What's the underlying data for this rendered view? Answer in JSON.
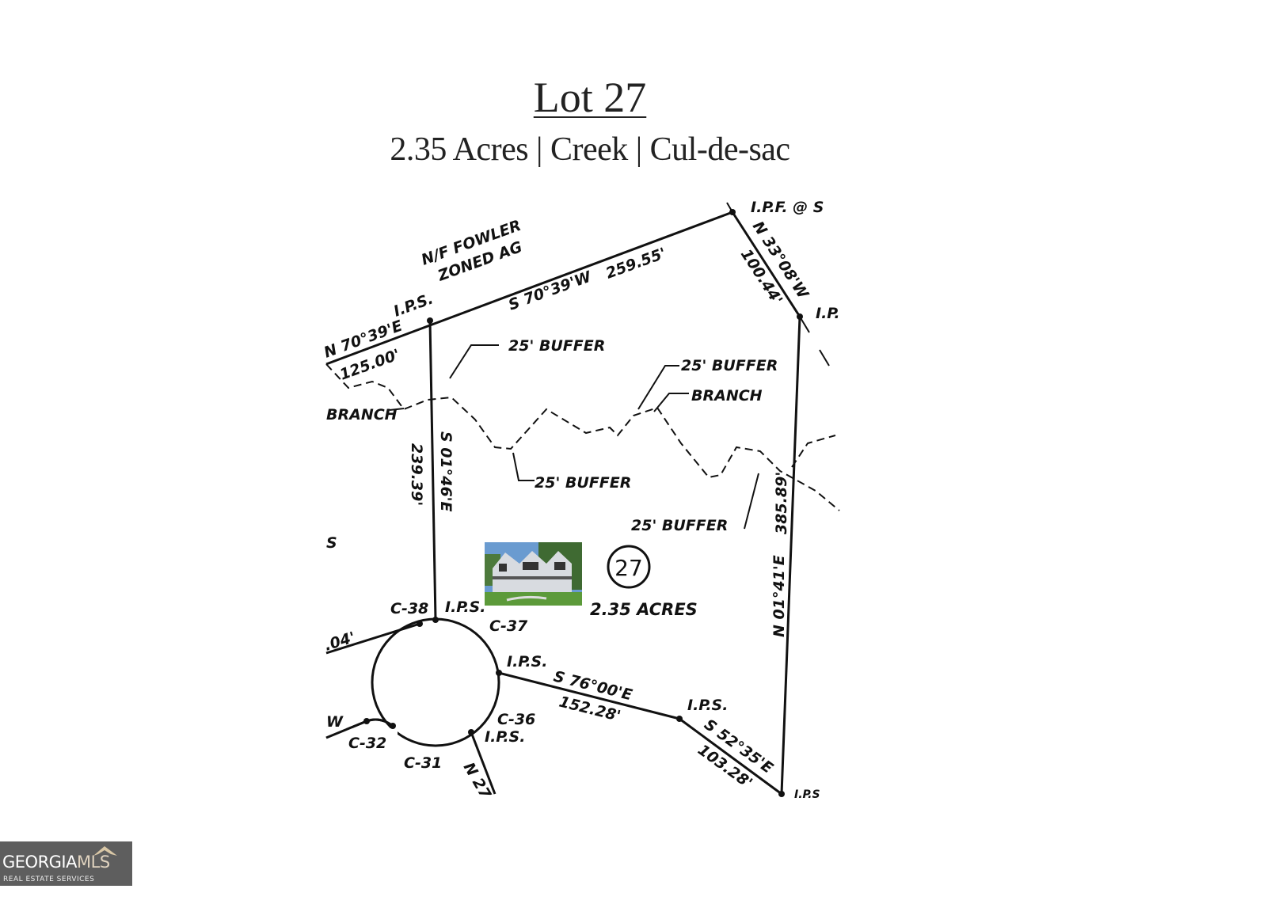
{
  "header": {
    "title": "Lot 27",
    "subtitle": "2.35 Acres | Creek | Cul-de-sac"
  },
  "plat": {
    "neighbor_owner": "N/F FOWLER",
    "neighbor_zoning": "ZONED AG",
    "lot_number": "27",
    "lot_area": "2.35 ACRES",
    "labels": {
      "top_bearing": "S 70°39'W",
      "top_distance": "259.55'",
      "ne_bearing": "N 33°08'W",
      "ne_distance": "100.44'",
      "ne_corner": "I.P.F. @ S",
      "e_corner": "I.P.",
      "nw_ips": "I.P.S.",
      "nw_bearing": "N 70°39'E",
      "nw_distance": "125.00'",
      "buffer1": "25'  BUFFER",
      "buffer2": "25' BUFFER",
      "buffer3": "25' BUFFER",
      "buffer4": "25'  BUFFER",
      "branch_left": "BRANCH",
      "branch_right": "BRANCH",
      "west_bearing": "S 01°46'E",
      "west_distance": "239.39'",
      "east_bearing": "N 01°41'E",
      "east_distance": "385.89'",
      "s_partial": "S",
      "c38": "C-38",
      "c37": "C-37",
      "c36": "C-36",
      "c32": "C-32",
      "c31": "C-31",
      "ips_cul_top": "I.P.S.",
      "ips_cul_right": "I.P.S.",
      "ips_cul_bottom": "I.P.S.",
      "ips_se": "I.P.S.",
      "ips_bottom": "I.P.S",
      "se1_bearing": "S 76°00'E",
      "se1_distance": "152.28'",
      "se2_bearing": "S 52°35'E",
      "se2_distance": "103.28'",
      "w_distance_partial": ".04'",
      "n27_partial": "N 27",
      "w_partial": "W"
    }
  },
  "logo": {
    "brand_a": "GEORGIA",
    "brand_b": "MLS",
    "tagline": "REAL ESTATE SERVICES"
  }
}
